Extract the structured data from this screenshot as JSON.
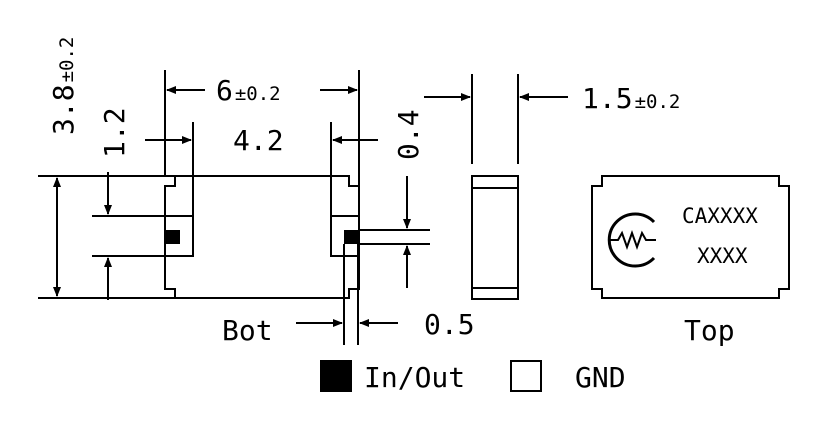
{
  "dimensions": {
    "height": {
      "value": "3.8",
      "tol": "±0.2"
    },
    "pad_height": {
      "value": "1.2"
    },
    "width": {
      "value": "6",
      "tol": "±0.2"
    },
    "pad_gap": {
      "value": "4.2"
    },
    "pad_depth": {
      "value": "0.4"
    },
    "pad_offset": {
      "value": "0.5"
    },
    "thickness": {
      "value": "1.5",
      "tol": "±0.2"
    }
  },
  "views": {
    "bottom_label": "Bot",
    "top_label": "Top"
  },
  "marking": {
    "line1": "CAXXXX",
    "line2": "XXXX"
  },
  "legend": [
    {
      "label": "In/Out",
      "color": "#000000"
    },
    {
      "label": "GND",
      "color": "#e6e6e6"
    }
  ],
  "colors": {
    "body_fill": "#e6e6e6",
    "pad_fill": "#000000",
    "ink": "#000000"
  },
  "icons": {
    "logo": "cmw-logo-icon"
  }
}
